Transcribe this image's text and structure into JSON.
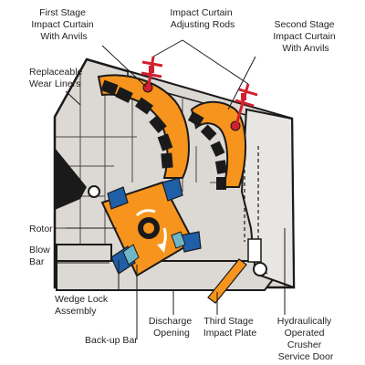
{
  "labels": {
    "first_stage": [
      "First Stage",
      "Impact Curtain",
      "With Anvils"
    ],
    "adjusting_rods": [
      "Impact Curtain",
      "Adjusting Rods"
    ],
    "second_stage": [
      "Second Stage",
      "Impact Curtain",
      "With Anvils"
    ],
    "wear_liners": [
      "Replaceable",
      "Wear Liners"
    ],
    "rotor": [
      "Rotor"
    ],
    "blow_bar": [
      "Blow",
      "Bar"
    ],
    "wedge_lock": [
      "Wedge Lock",
      "Assembly"
    ],
    "backup_bar": [
      "Back-up Bar"
    ],
    "discharge": [
      "Discharge",
      "Opening"
    ],
    "third_stage": [
      "Third Stage",
      "Impact Plate"
    ],
    "service_door": [
      "Hydraulically",
      "Operated",
      "Crusher",
      "Service Door"
    ]
  },
  "colors": {
    "housing": "#dcd8d3",
    "outline": "#1a1a1a",
    "orange": "#f7941d",
    "blue": "#1f5fa8",
    "liner_black": "#1a1a1a",
    "rod_red": "#d2202e",
    "door_gray": "#e8e6e3"
  }
}
